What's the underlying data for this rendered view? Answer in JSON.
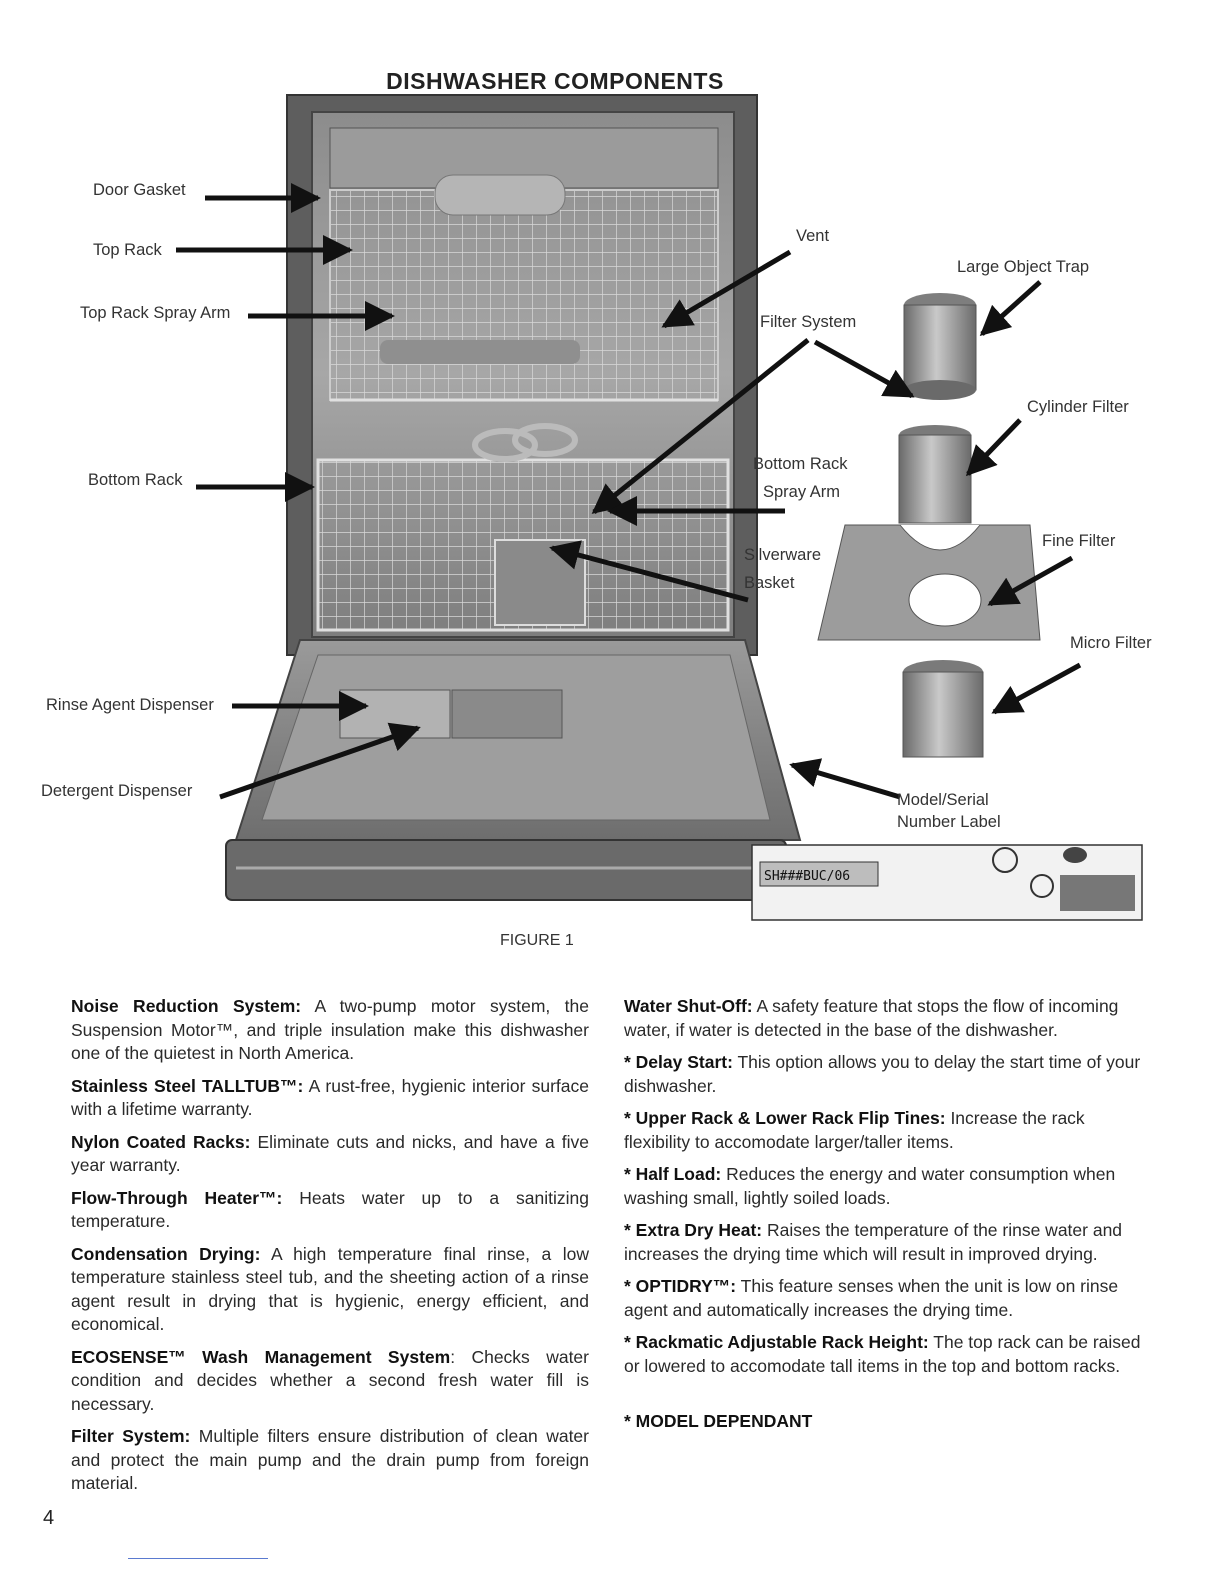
{
  "title": "DISHWASHER COMPONENTS",
  "figure": {
    "caption": "FIGURE 1",
    "labels": {
      "door_gasket": "Door Gasket",
      "top_rack": "Top Rack",
      "top_rack_spray_arm": "Top Rack Spray Arm",
      "bottom_rack": "Bottom Rack",
      "rinse_agent_dispenser": "Rinse Agent Dispenser",
      "detergent_dispenser": "Detergent Dispenser",
      "vent": "Vent",
      "filter_system": "Filter System",
      "bottom_rack_spray_arm_1": "Bottom Rack",
      "bottom_rack_spray_arm_2": "Spray Arm",
      "silverware_basket_1": "Silverware",
      "silverware_basket_2": "Basket",
      "large_object_trap": "Large Object Trap",
      "cylinder_filter": "Cylinder Filter",
      "fine_filter": "Fine Filter",
      "micro_filter": "Micro Filter",
      "model_serial_1": "Model/Serial",
      "model_serial_2": "Number Label",
      "serial_text": "SH###BUC/06"
    }
  },
  "left_column": [
    {
      "term": "Noise Reduction System:",
      "text": " A two-pump motor system, the Suspension Motor™, and triple insulation make this dishwasher one of the quietest in North America."
    },
    {
      "term": "Stainless Steel TALLTUB™:",
      "text": " A rust-free, hygienic interior surface with a lifetime warranty."
    },
    {
      "term": "Nylon Coated Racks:",
      "text": " Eliminate cuts and nicks, and have a five year warranty."
    },
    {
      "term": "Flow-Through Heater™:",
      "text": " Heats water up to a sanitizing temperature."
    },
    {
      "term": "Condensation Drying:",
      "text": " A high temperature final rinse, a low temperature stainless steel tub, and the sheeting action of a rinse agent result in drying that is hygienic, energy efficient, and economical."
    },
    {
      "term": "ECOSENSE™ Wash Management System",
      "text": ": Checks water condition and decides whether a second fresh water fill is necessary."
    },
    {
      "term": "Filter System:",
      "text": " Multiple filters ensure distribution of clean water and protect the main pump and the drain pump from foreign material."
    }
  ],
  "right_column": [
    {
      "term": "Water Shut-Off:",
      "text": " A safety feature that stops the flow of incoming water, if water is detected in the base of the dishwasher."
    },
    {
      "term": "* Delay Start:",
      "text": " This option allows you to delay the start time of your dishwasher."
    },
    {
      "term": "* Upper Rack & Lower Rack Flip Tines:",
      "text": " Increase the rack flexibility to accomodate larger/taller items."
    },
    {
      "term": "* Half Load:",
      "text": " Reduces the energy and water consumption when washing small, lightly soiled loads."
    },
    {
      "term": "* Extra Dry Heat:",
      "text": " Raises the temperature of the rinse water and increases the drying time which will result in improved drying."
    },
    {
      "term": "* OPTIDRY™:",
      "text": " This feature senses when the unit is low on rinse agent and automatically increases the drying time."
    },
    {
      "term": "* Rackmatic Adjustable Rack Height:",
      "text": " The top rack can be raised or lowered to accomodate tall items in the top and bottom racks."
    }
  ],
  "model_dependant": "* MODEL DEPENDANT",
  "page_number": "4"
}
